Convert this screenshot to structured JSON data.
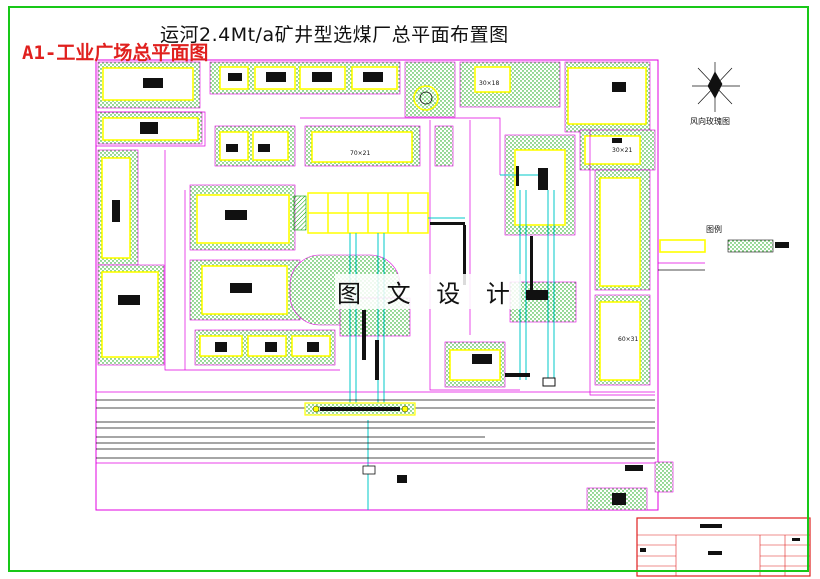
{
  "drawing": {
    "title": "运河2.4Mt/a矿井型选煤厂总平面布置图",
    "subtitle": "A1-工业广场总平面图",
    "watermark": "图 文 设 计",
    "wind_rose_label": "风向玫瑰图",
    "legend_label": "图例"
  },
  "building_labels": {
    "b1": "30×18",
    "b2": "70×21",
    "b3": "30×21",
    "b4": "60×31"
  },
  "colors": {
    "frame": "#18c818",
    "site_outline": "#e000e0",
    "building": "#ffff00",
    "hatch": "#00a000",
    "road": "#e000e0",
    "rail": "#111111",
    "conveyor": "#00c8c8",
    "title_text": "#e0201e",
    "title_block": "#e0201e"
  }
}
